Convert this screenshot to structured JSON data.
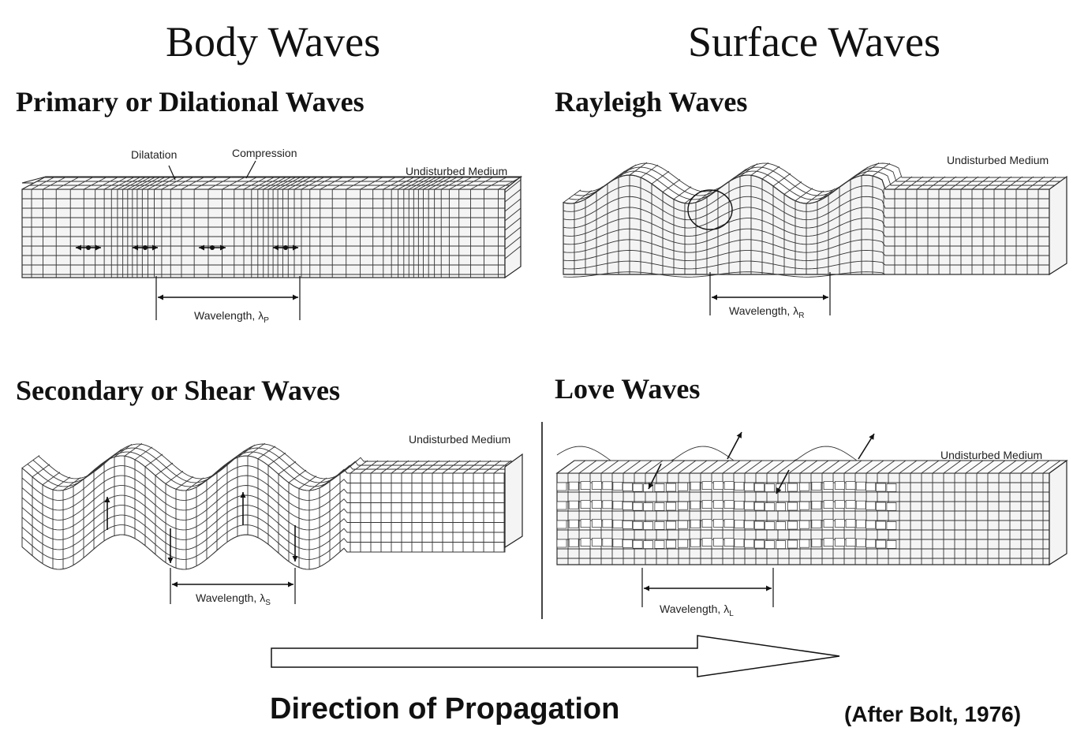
{
  "columns": {
    "body": "Body Waves",
    "surface": "Surface Waves"
  },
  "panels": {
    "primary": {
      "title": "Primary or Dilational Waves",
      "label_dilatation": "Dilatation",
      "label_compression": "Compression",
      "medium": "Undisturbed Medium",
      "wavelength": "Wavelength, λ",
      "subscript": "P"
    },
    "rayleigh": {
      "title": "Rayleigh Waves",
      "medium": "Undisturbed Medium",
      "wavelength": "Wavelength, λ",
      "subscript": "R"
    },
    "secondary": {
      "title": "Secondary or Shear Waves",
      "medium": "Undisturbed Medium",
      "wavelength": "Wavelength, λ",
      "subscript": "S"
    },
    "love": {
      "title": "Love Waves",
      "medium": "Undisturbed Medium",
      "wavelength": "Wavelength, λ",
      "subscript": "L"
    }
  },
  "footer": {
    "direction": "Direction of Propagation",
    "credit": "(After Bolt, 1976)"
  }
}
